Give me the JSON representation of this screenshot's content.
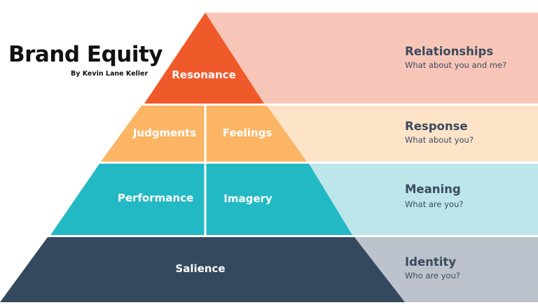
{
  "header": {
    "title": "Brand Equity",
    "byline": "By Kevin Lane Keller"
  },
  "colors": {
    "resonance": "#f05a2b",
    "response": "#fbb565",
    "meaning": "#23b9c4",
    "salience": "#35495e",
    "band_relationships": "#f8c6b8",
    "band_response": "#fde4c9",
    "band_meaning": "#bde6ea",
    "band_identity": "#bcc3cc",
    "text_dark": "#3b4a5e"
  },
  "pyramid": {
    "tiers": [
      {
        "key": "resonance",
        "labels": [
          "Resonance"
        ]
      },
      {
        "key": "response",
        "labels": [
          "Judgments",
          "Feelings"
        ]
      },
      {
        "key": "meaning",
        "labels": [
          "Performance",
          "Imagery"
        ]
      },
      {
        "key": "salience",
        "labels": [
          "Salience"
        ]
      }
    ]
  },
  "bands": [
    {
      "heading": "Relationships",
      "question": "What about you and me?"
    },
    {
      "heading": "Response",
      "question": "What about you?"
    },
    {
      "heading": "Meaning",
      "question": "What are you?"
    },
    {
      "heading": "Identity",
      "question": "Who are you?"
    }
  ]
}
